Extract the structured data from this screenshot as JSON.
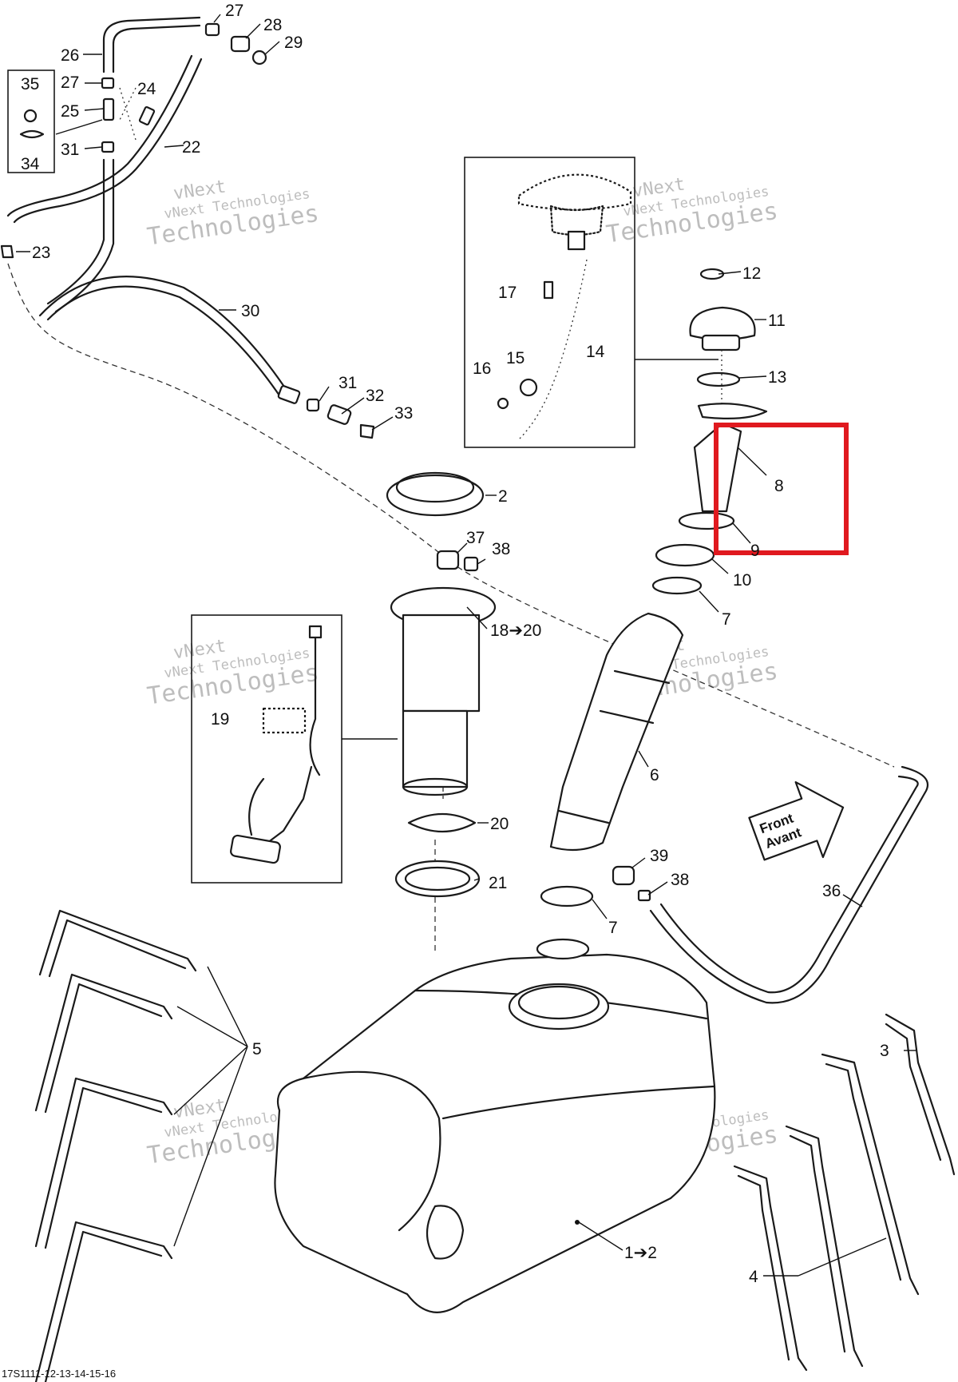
{
  "figure_id": "17S1111-12-13-14-15-16",
  "watermark": {
    "line1": "vNext",
    "line2": "vNext Technologies",
    "line3": "Technologies"
  },
  "front_arrow": {
    "line1": "Front",
    "line2": "Avant"
  },
  "highlight_color": "#e0191f",
  "callouts": {
    "c1": "1➔2",
    "c2a": "2",
    "c3": "3",
    "c4": "4",
    "c5": "5",
    "c6": "6",
    "c7a": "7",
    "c7b": "7",
    "c8": "8",
    "c9": "9",
    "c10": "10",
    "c11": "11",
    "c12": "12",
    "c13": "13",
    "c14": "14",
    "c15": "15",
    "c16": "16",
    "c17": "17",
    "c18": "18➔20",
    "c19": "19",
    "c20": "20",
    "c21": "21",
    "c22": "22",
    "c23": "23",
    "c24": "24",
    "c25": "25",
    "c26": "26",
    "c27a": "27",
    "c27b": "27",
    "c28": "28",
    "c29": "29",
    "c30": "30",
    "c31a": "31",
    "c31b": "31",
    "c32": "32",
    "c33": "33",
    "c34": "34",
    "c35": "35",
    "c36": "36",
    "c37": "37",
    "c38a": "38",
    "c38b": "38",
    "c39": "39"
  }
}
